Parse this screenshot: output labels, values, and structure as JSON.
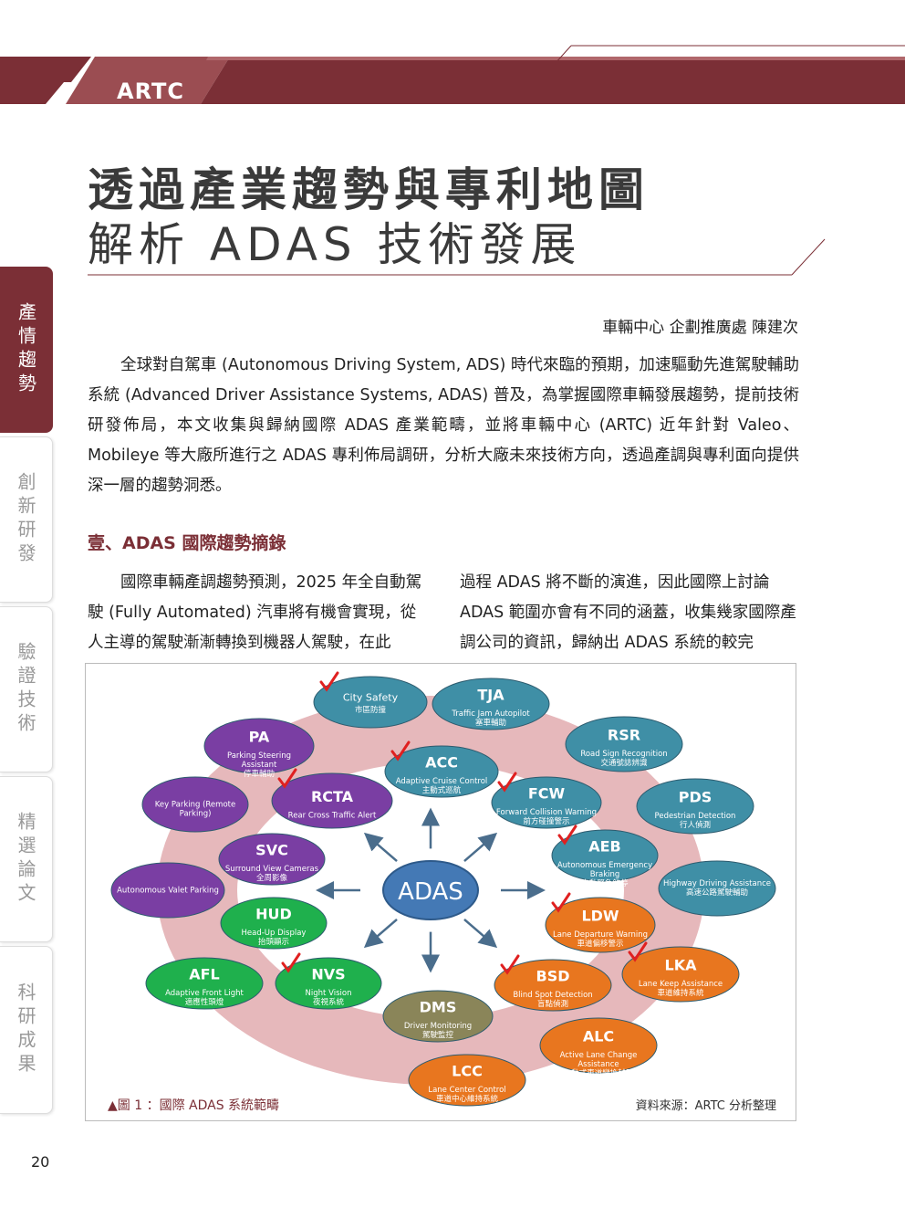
{
  "header": {
    "brand": "ARTC"
  },
  "title": {
    "line1": "透過產業趨勢與專利地圖",
    "line2": "解析 ADAS 技術發展"
  },
  "side_tabs": [
    {
      "label": "產情趨勢",
      "active": true
    },
    {
      "label": "創新研發",
      "active": false
    },
    {
      "label": "驗證技術",
      "active": false
    },
    {
      "label": "精選論文",
      "active": false
    },
    {
      "label": "科研成果",
      "active": false
    }
  ],
  "author": "車輛中心 企劃推廣處 陳建次",
  "intro": "全球對自駕車 (Autonomous Driving System, ADS) 時代來臨的預期，加速驅動先進駕駛輔助系統 (Advanced Driver Assistance Systems, ADAS) 普及，為掌握國際車輛發展趨勢，提前技術研發佈局，本文收集與歸納國際 ADAS 產業範疇，並將車輛中心 (ARTC) 近年針對 Valeo、Mobileye 等大廠所進行之 ADAS 專利佈局調研，分析大廠未來技術方向，透過產調與專利面向提供深一層的趨勢洞悉。",
  "section_heading": "壹、ADAS 國際趨勢摘錄",
  "column1": "國際車輛產調趨勢預測，2025 年全自動駕駛 (Fully Automated) 汽車將有機會實現，從人主導的駕駛漸漸轉換到機器人駕駛，在此",
  "column2": "過程 ADAS 將不斷的演進，因此國際上討論 ADAS 範圍亦會有不同的涵蓋，收集幾家國際產調公司的資訊，歸納出 ADAS 系統的較完",
  "figure": {
    "center": "ADAS",
    "caption": "▲圖 1 ：國際 ADAS 系統範疇",
    "source": "資料來源：ARTC 分析整理",
    "colors": {
      "teal": "#3f8fa6",
      "purple": "#7a3ea3",
      "green": "#1fb04d",
      "orange": "#e8761f",
      "gray": "#8a8559",
      "ring": "#e6b8bb",
      "center": "#4479b5"
    },
    "nodes": [
      {
        "id": "city-safety",
        "abbr": "City Safety",
        "en": "",
        "zh": "市區防撞",
        "color": "teal",
        "check": true
      },
      {
        "id": "tja",
        "abbr": "TJA",
        "en": "Traffic Jam Autopilot",
        "zh": "塞車輔助",
        "color": "teal",
        "check": false
      },
      {
        "id": "rsr",
        "abbr": "RSR",
        "en": "Road Sign Recognition",
        "zh": "交通號誌辨識",
        "color": "teal",
        "check": false
      },
      {
        "id": "pds",
        "abbr": "PDS",
        "en": "Pedestrian Detection",
        "zh": "行人偵測",
        "color": "teal",
        "check": false
      },
      {
        "id": "hda",
        "abbr": "",
        "en": "Highway Driving Assistance",
        "zh": "高速公路駕駛輔助",
        "color": "teal",
        "check": false
      },
      {
        "id": "acc",
        "abbr": "ACC",
        "en": "Adaptive Cruise Control",
        "zh": "主動式巡航",
        "color": "teal",
        "check": true
      },
      {
        "id": "fcw",
        "abbr": "FCW",
        "en": "Forward Collision Warning",
        "zh": "前方碰撞警示",
        "color": "teal",
        "check": true
      },
      {
        "id": "aeb",
        "abbr": "AEB",
        "en": "Autonomous Emergency Braking",
        "zh": "自動緊急煞停",
        "color": "teal",
        "check": true
      },
      {
        "id": "pa",
        "abbr": "PA",
        "en": "Parking Steering Assistant",
        "zh": "停車輔助",
        "color": "purple",
        "check": false
      },
      {
        "id": "kp",
        "abbr": "",
        "en": "Key Parking (Remote Parking)",
        "zh": "",
        "color": "purple",
        "check": false
      },
      {
        "id": "rcta",
        "abbr": "RCTA",
        "en": "Rear Cross Traffic Alert",
        "zh": "",
        "color": "purple",
        "check": true
      },
      {
        "id": "svc",
        "abbr": "SVC",
        "en": "Surround View Cameras",
        "zh": "全周影像",
        "color": "purple",
        "check": false
      },
      {
        "id": "avp",
        "abbr": "",
        "en": "Autonomous Valet Parking",
        "zh": "",
        "color": "purple",
        "check": false
      },
      {
        "id": "hud",
        "abbr": "HUD",
        "en": "Head-Up Display",
        "zh": "抬頭顯示",
        "color": "green",
        "check": false
      },
      {
        "id": "afl",
        "abbr": "AFL",
        "en": "Adaptive Front Light",
        "zh": "適應性頭燈",
        "color": "green",
        "check": false
      },
      {
        "id": "nvs",
        "abbr": "NVS",
        "en": "Night Vision",
        "zh": "夜視系統",
        "color": "green",
        "check": true
      },
      {
        "id": "dms",
        "abbr": "DMS",
        "en": "Driver Monitoring",
        "zh": "駕駛監控",
        "color": "gray",
        "check": false
      },
      {
        "id": "ldw",
        "abbr": "LDW",
        "en": "Lane Departure Warning",
        "zh": "車道偏移警示",
        "color": "orange",
        "check": true
      },
      {
        "id": "bsd",
        "abbr": "BSD",
        "en": "Blind Spot Detection",
        "zh": "盲點偵測",
        "color": "orange",
        "check": true
      },
      {
        "id": "lka",
        "abbr": "LKA",
        "en": "Lane Keep Assistance",
        "zh": "車道維持系統",
        "color": "orange",
        "check": true
      },
      {
        "id": "alc",
        "abbr": "ALC",
        "en": "Active Lane Change Assistance",
        "zh": "主動式車道變換輔助",
        "color": "orange",
        "check": false
      },
      {
        "id": "lcc",
        "abbr": "LCC",
        "en": "Lane Center Control",
        "zh": "車道中心維持系統",
        "color": "orange",
        "check": false
      }
    ]
  },
  "page_number": "20"
}
